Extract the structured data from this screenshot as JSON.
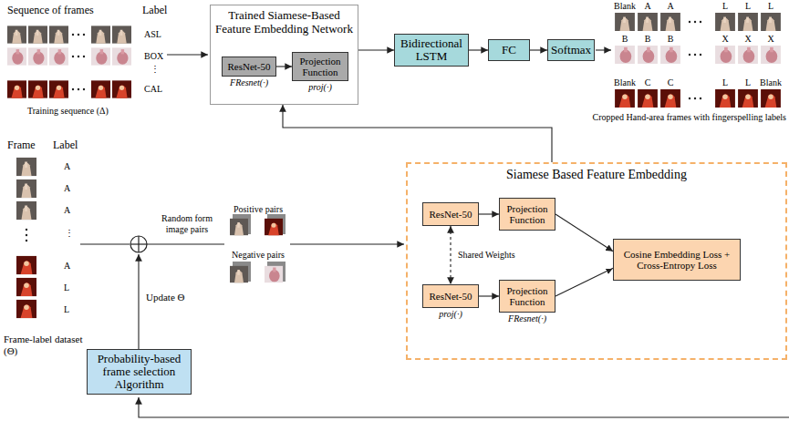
{
  "diagram": {
    "nodes": [
      {
        "text": [
          "Trained Siamese-Based Feature Embedding Network"
        ]
      },
      {
        "text": [
          "ResNet-50",
          "FResnet(·)"
        ],
        "in": 0
      },
      {
        "text": [
          "Projection Function",
          "proj(·)"
        ],
        "in": 0
      },
      {
        "text": [
          "Bidirectional LSTM"
        ]
      },
      {
        "text": [
          "FC"
        ]
      },
      {
        "text": [
          "Softmax"
        ]
      },
      {
        "text": [
          "Siamese Based Feature Embedding"
        ]
      },
      {
        "text": [
          "ResNet-50"
        ],
        "in": 6
      },
      {
        "text": [
          "Projection Function"
        ],
        "in": 6
      },
      {
        "text": [
          "ResNet-50",
          "proj(·)"
        ],
        "in": 6
      },
      {
        "text": [
          "Projection Function",
          "FResnet(·)"
        ],
        "in": 6
      },
      {
        "text": [
          "Cosine Embedding Loss + Cross-Entropy Loss"
        ],
        "in": 6
      },
      {
        "text": [
          "Probability-based frame selection Algorithm"
        ]
      }
    ],
    "edges": [
      {
        "from": 1,
        "to": 2,
        "arrow": "to"
      },
      {
        "from": 0,
        "to": 3,
        "arrow": "to"
      },
      {
        "from": 3,
        "to": 4,
        "arrow": "to"
      },
      {
        "from": 4,
        "to": 5,
        "arrow": "to"
      },
      {
        "from": 6,
        "to": 0,
        "arrow": "to"
      },
      {
        "from": 7,
        "to": 8,
        "arrow": "to"
      },
      {
        "from": 9,
        "to": 10,
        "arrow": "to"
      },
      {
        "from": 7,
        "to": 9,
        "arrow": "both",
        "label": "Shared Weights"
      },
      {
        "from": 8,
        "to": 11,
        "arrow": "to"
      },
      {
        "from": 10,
        "to": 11,
        "arrow": "to"
      }
    ],
    "labels": [
      "Sequence of frames",
      "Label",
      "ASL",
      "BOX",
      "⋮",
      "CAL",
      "Training sequence (Δ)",
      "Blank",
      "A",
      "A",
      "L",
      "L",
      "L",
      "B",
      "B",
      "B",
      "X",
      "X",
      "X",
      "Blank",
      "C",
      "C",
      "L",
      "L",
      "Blank",
      "Cropped Hand-area frames with fingerspelling labels",
      "Frame",
      "Label",
      "A",
      "A",
      "A",
      "⋮",
      "A",
      "L",
      "L",
      "Frame-label dataset (Θ)",
      "Random form image pairs",
      "Positive pairs",
      "Negative pairs",
      "Update Θ"
    ]
  }
}
